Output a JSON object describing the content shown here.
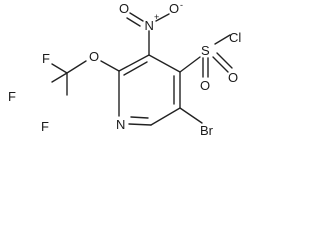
{
  "molecule": {
    "atoms": {
      "nitro_n": "N",
      "nitro_plus": "+",
      "nitro_o_top": "O",
      "nitro_minus": "-",
      "nitro_o_left": "O",
      "sulfur": "S",
      "cl": "Cl",
      "o_sulfonyl_left": "O",
      "o_sulfonyl_right": "O",
      "ring_n": "N",
      "br": "Br",
      "ether_o": "O",
      "f_top": "F",
      "f_left": "F",
      "f_bottom": "F"
    }
  }
}
